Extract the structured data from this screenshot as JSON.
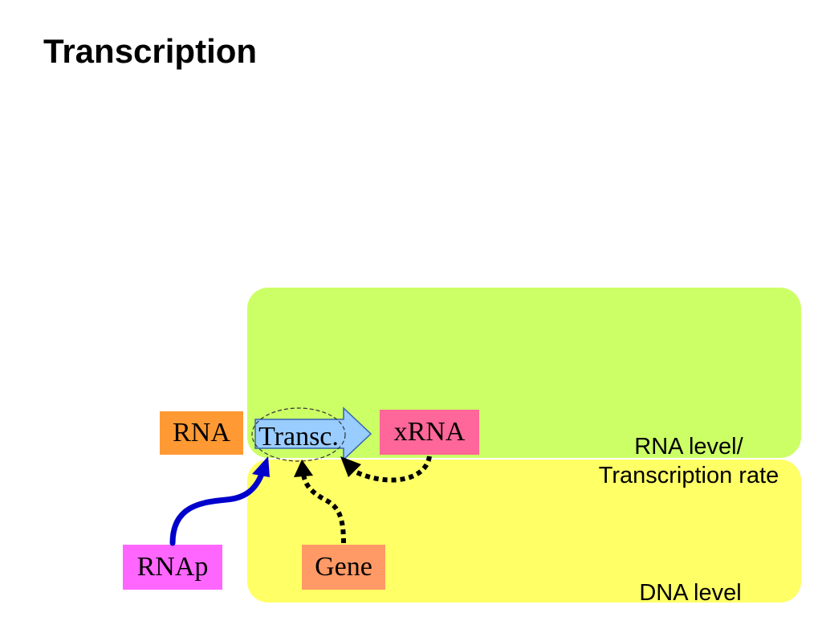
{
  "title": "Transcription",
  "regions": {
    "rna_level_label_line1": "RNA level/",
    "rna_level_label_line2": "Transcription rate",
    "dna_level_label": "DNA level"
  },
  "nodes": {
    "rna": "RNA",
    "transc": "Transc.",
    "xrna": "xRNA",
    "rnap": "RNAp",
    "gene": "Gene"
  },
  "colors": {
    "rna_region": "#ccff66",
    "dna_region": "#ffff66",
    "rna_box": "#ff9933",
    "xrna_box": "#ff6699",
    "rnap_box": "#ff66ff",
    "gene_box": "#ff9966",
    "transc_arrow": "#99ccff",
    "rnap_arrow": "#0000cc",
    "dotted_arrow": "#000000"
  }
}
